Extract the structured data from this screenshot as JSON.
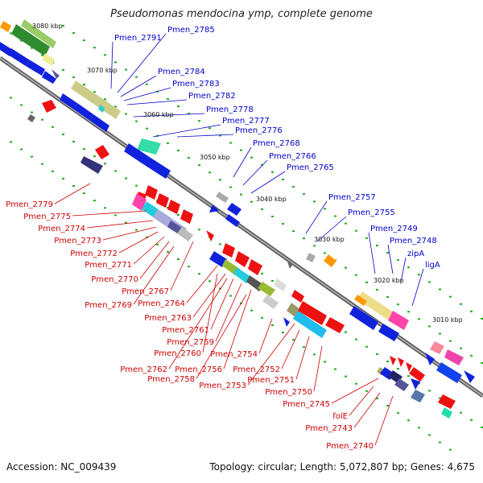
{
  "title": "Pseudomonas mendocina ymp, complete genome",
  "footer": {
    "accession": "Accession: NC_009439",
    "summary": "Topology: circular; Length: 5,072,807 bp; Genes: 4,675"
  },
  "colors": {
    "forward_gene": "#ee1111",
    "reverse_gene": "#1122dd",
    "forward_label": "#cc0000",
    "reverse_label": "#0000cc",
    "backbone": "#888888",
    "tick_dot": "#22aa22"
  },
  "ticks": [
    "3080 kbp",
    "3070 kbp",
    "3060 kbp",
    "3050 kbp",
    "3040 kbp",
    "3030 kbp",
    "3020 kbp",
    "3010 kbp"
  ],
  "reverse_labels": [
    "Pmen_2791",
    "Pmen_2785",
    "Pmen_2784",
    "Pmen_2783",
    "Pmen_2782",
    "Pmen_2778",
    "Pmen_2777",
    "Pmen_2776",
    "Pmen_2768",
    "Pmen_2766",
    "Pmen_2765",
    "Pmen_2757",
    "Pmen_2755",
    "Pmen_2749",
    "Pmen_2748",
    "zipA",
    "ligA"
  ],
  "forward_labels": [
    "Pmen_2779",
    "Pmen_2775",
    "Pmen_2774",
    "Pmen_2773",
    "Pmen_2772",
    "Pmen_2771",
    "Pmen_2770",
    "Pmen_2769",
    "Pmen_2767",
    "Pmen_2764",
    "Pmen_2763",
    "Pmen_2761",
    "Pmen_2759",
    "Pmen_2760",
    "Pmen_2762",
    "Pmen_2756",
    "Pmen_2758",
    "Pmen_2754",
    "Pmen_2753",
    "Pmen_2752",
    "Pmen_2751",
    "Pmen_2750",
    "Pmen_2745",
    "folE",
    "Pmen_2743",
    "Pmen_2740"
  ]
}
